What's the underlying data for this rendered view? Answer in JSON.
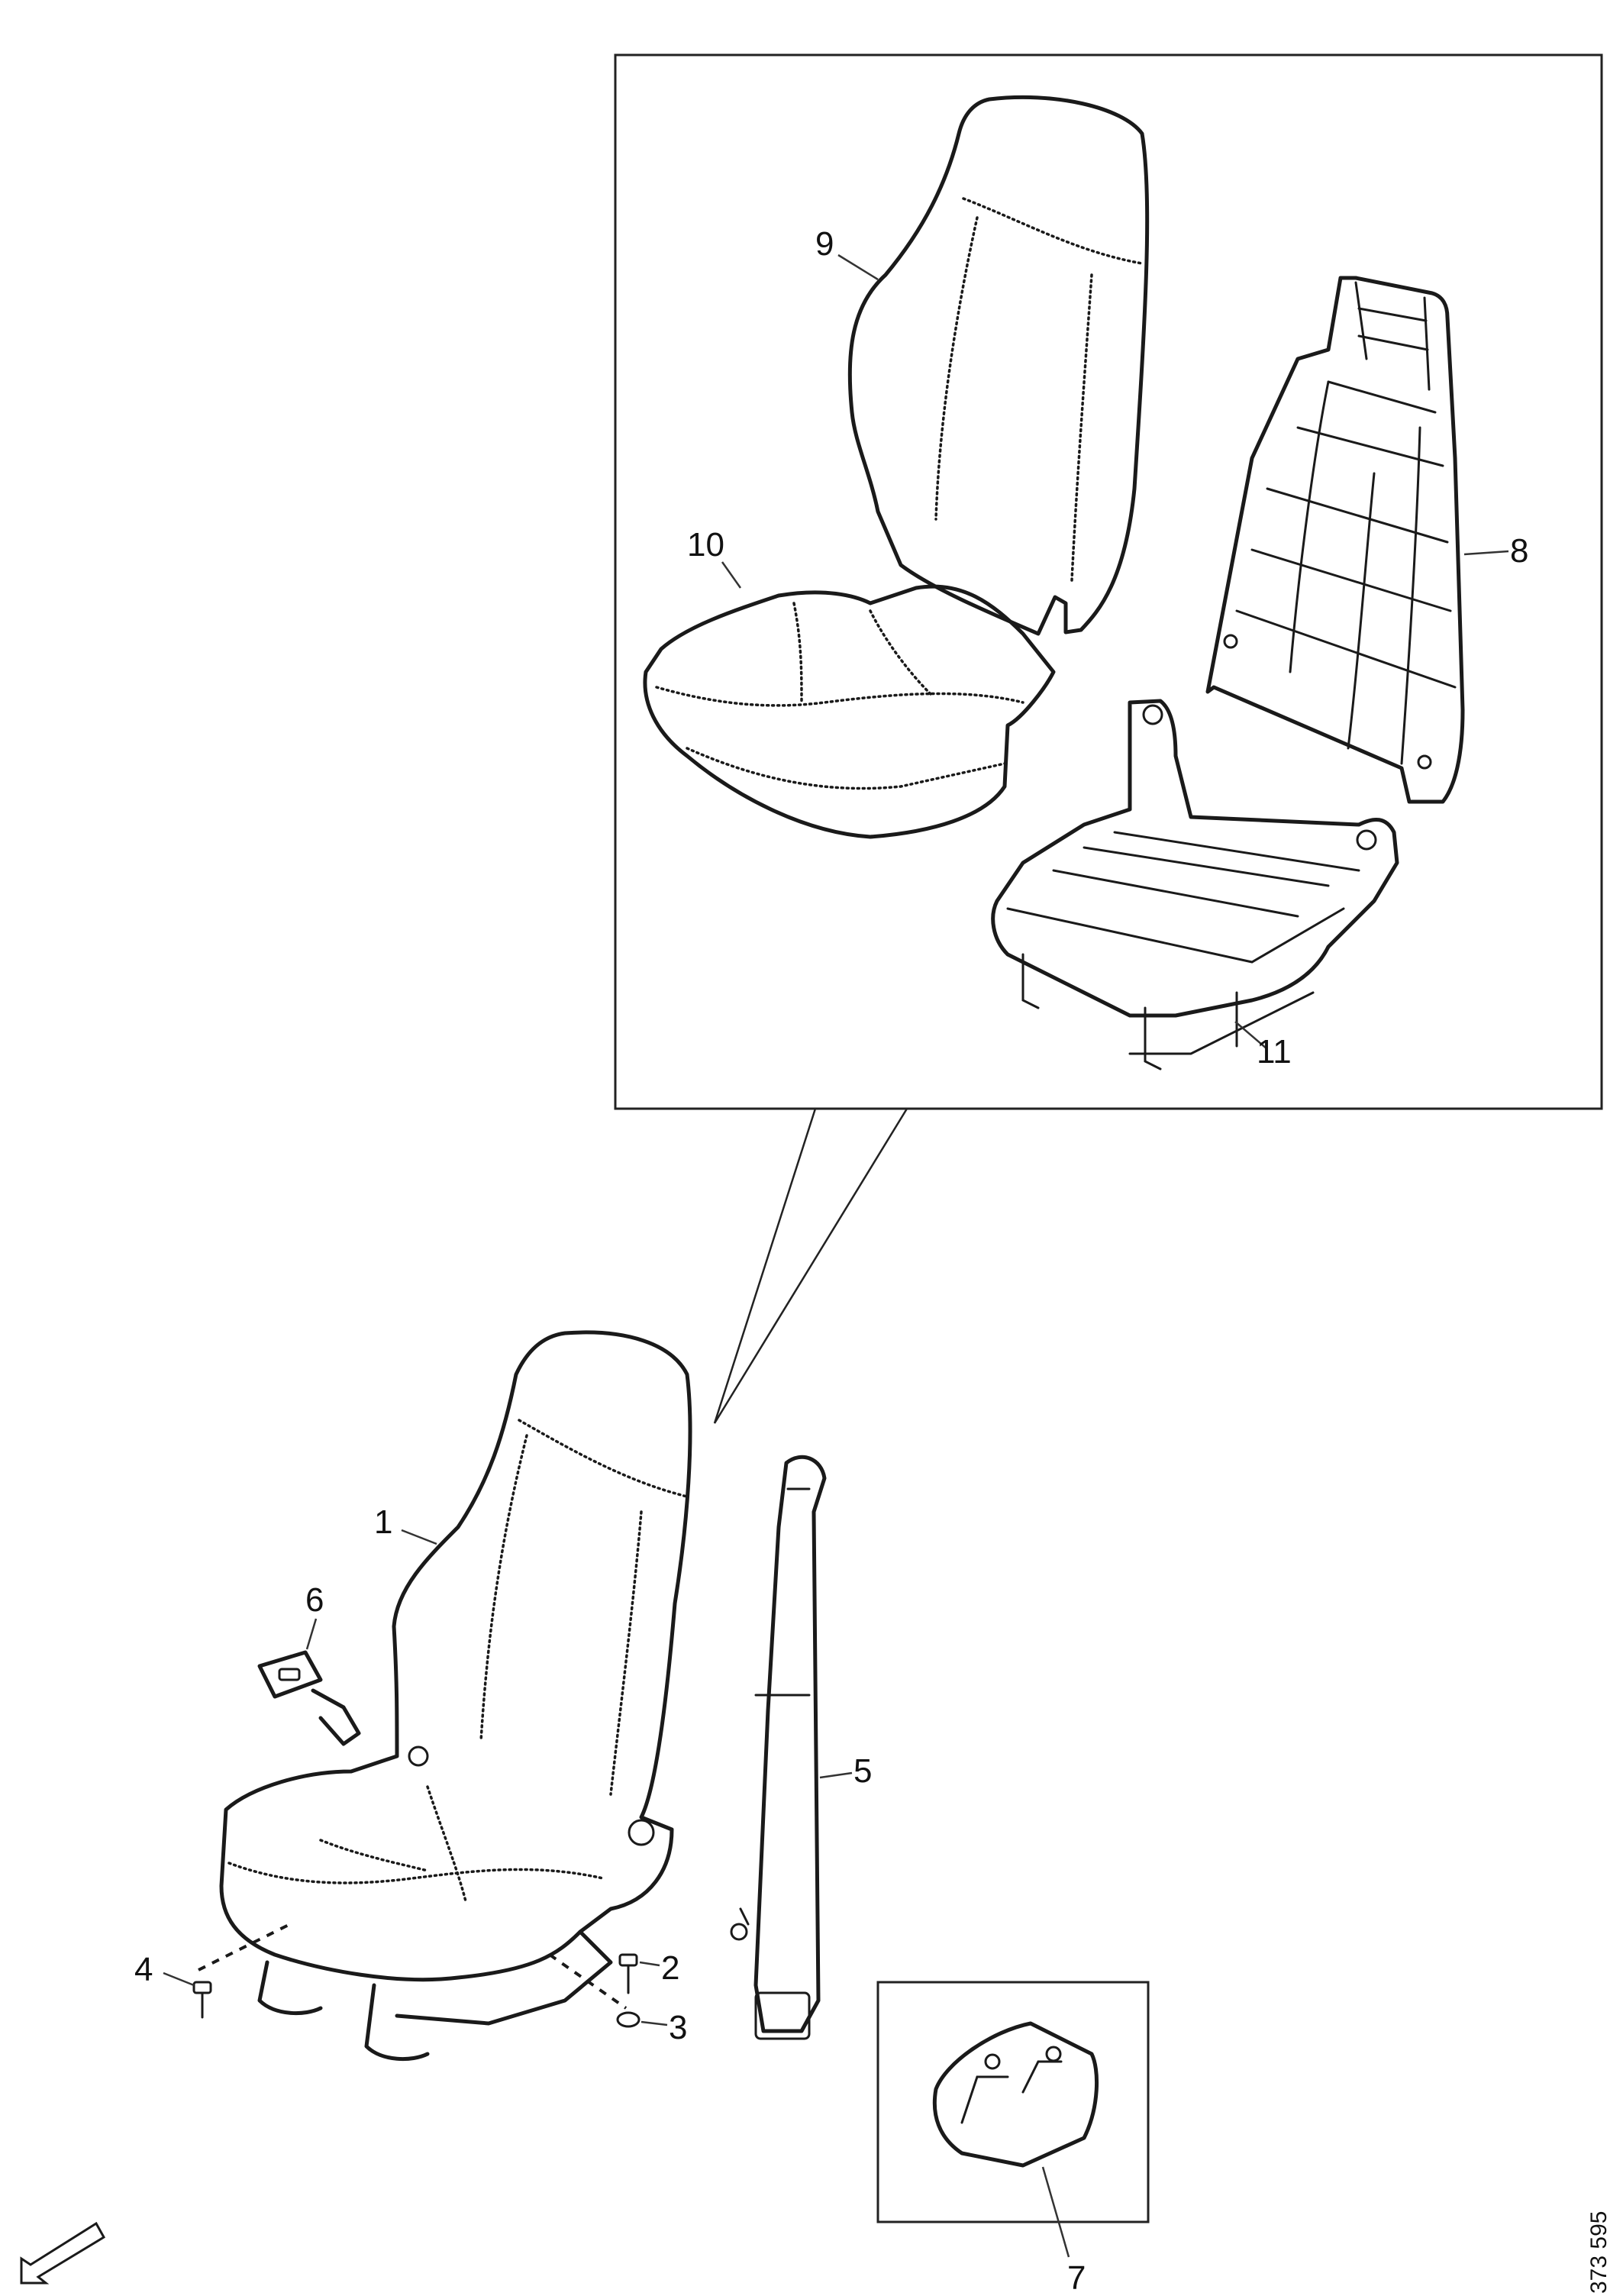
{
  "diagram": {
    "document_number": "373 595",
    "callouts": {
      "p1": "1",
      "p2": "2",
      "p3": "3",
      "p4": "4",
      "p5": "5",
      "p6": "6",
      "p7": "7",
      "p8": "8",
      "p9": "9",
      "p10": "10",
      "p11": "11"
    },
    "parts": [
      {
        "ref": "1",
        "icon": "seat-assembly-icon"
      },
      {
        "ref": "2",
        "icon": "bolt-icon"
      },
      {
        "ref": "3",
        "icon": "washer-icon"
      },
      {
        "ref": "4",
        "icon": "bolt-icon"
      },
      {
        "ref": "5",
        "icon": "seat-belt-icon"
      },
      {
        "ref": "6",
        "icon": "belt-buckle-icon"
      },
      {
        "ref": "7",
        "icon": "mounting-bracket-icon"
      },
      {
        "ref": "8",
        "icon": "backrest-frame-icon"
      },
      {
        "ref": "9",
        "icon": "backrest-cushion-icon"
      },
      {
        "ref": "10",
        "icon": "seat-cushion-icon"
      },
      {
        "ref": "11",
        "icon": "seat-base-frame-icon"
      }
    ],
    "front_direction_icon": "direction-arrow-icon"
  }
}
